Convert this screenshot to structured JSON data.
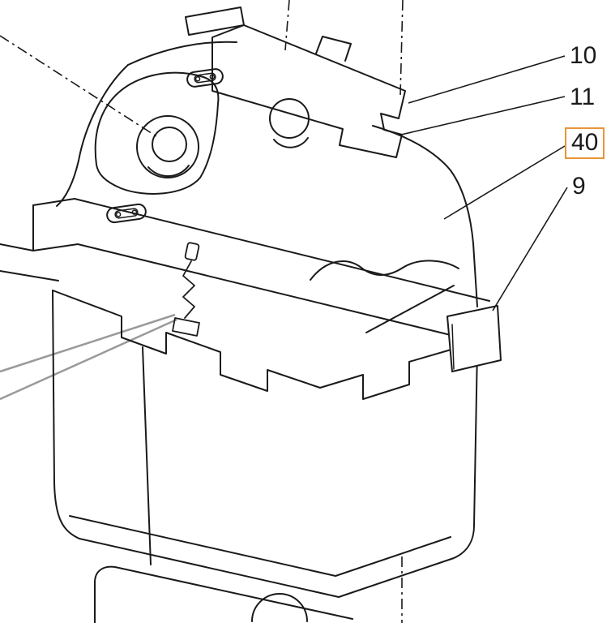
{
  "diagram": {
    "callouts": [
      {
        "label": "10",
        "highlighted": false
      },
      {
        "label": "11",
        "highlighted": false
      },
      {
        "label": "40",
        "highlighted": true
      },
      {
        "label": "9",
        "highlighted": false
      }
    ],
    "highlight_color": "#e8953a",
    "line_color": "#1a1a1a",
    "leader_color": "#9a9a9a",
    "background_color": "#ffffff"
  }
}
